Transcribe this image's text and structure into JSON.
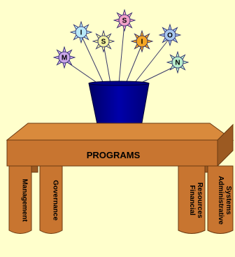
{
  "colors": {
    "background": "#FFFFCC",
    "wood_light": "#D98A3C",
    "wood_mid": "#C87530",
    "wood_dark": "#9C5A22",
    "outline": "#6B3A12",
    "vase": "#000099",
    "stem": "#3A3A6A"
  },
  "flowers": [
    {
      "letter": "M",
      "color": "#C9A6E8"
    },
    {
      "letter": "I",
      "color": "#B8E8F8"
    },
    {
      "letter": "S",
      "color": "#F2F2A0"
    },
    {
      "letter": "S",
      "color": "#F0A0C8"
    },
    {
      "letter": "I",
      "color": "#F5A623"
    },
    {
      "letter": "O",
      "color": "#A8C8F0"
    },
    {
      "letter": "N",
      "color": "#B8ECCB"
    }
  ],
  "table": {
    "top_label": "PROGRAMS",
    "legs": [
      {
        "label": "Management"
      },
      {
        "label": "Governance"
      },
      {
        "label": "Financial Resources",
        "lines": [
          "Financial",
          "Resources"
        ]
      },
      {
        "label": "Administrative Systems",
        "lines": [
          "Administrative",
          "Systems"
        ]
      }
    ]
  }
}
